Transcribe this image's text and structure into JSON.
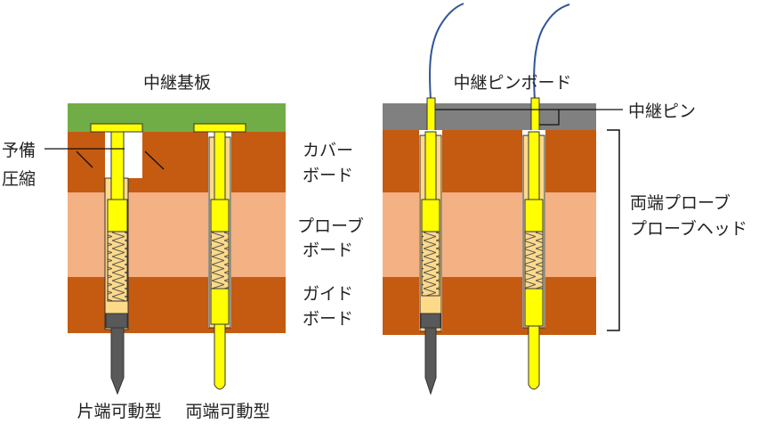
{
  "labels": {
    "relay_board": "中継基板",
    "relay_pin_board": "中継ピンボード",
    "relay_pin": "中継ピン",
    "spare_line1": "予備",
    "spare_line2": "圧縮",
    "cover_line1": "カバー",
    "cover_line2": "ボード",
    "probe_line1": "プローブ",
    "probe_line2": "ボード",
    "guide_line1": "ガイド",
    "guide_line2": "ボード",
    "double_probe_line1": "両端プローブ",
    "double_probe_line2": "プローブヘッド",
    "single_movable": "片端可動型",
    "double_movable": "両端可動型"
  },
  "colors": {
    "relay_board": "#70ad47",
    "relay_pin_board": "#808080",
    "cover_board": "#c55a11",
    "probe_board": "#f4b183",
    "guide_board": "#c55a11",
    "probe_yellow": "#ffff00",
    "barrel": "#fdd98a",
    "tip_gray": "#595959",
    "wire": "#2f5597"
  }
}
